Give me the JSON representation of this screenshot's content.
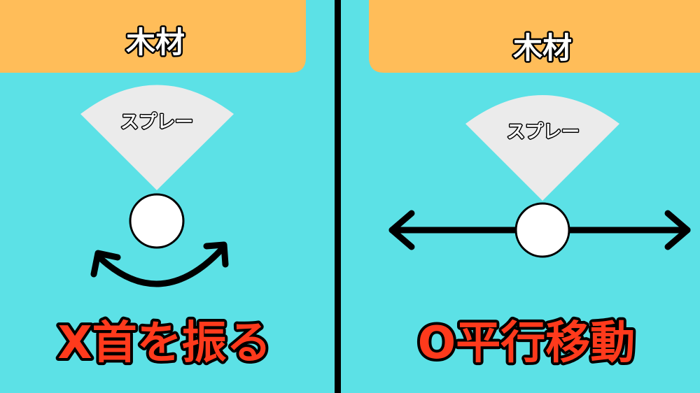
{
  "colors": {
    "background": "#5ce1e6",
    "header": "#ffbd59",
    "spray": "#ebebeb",
    "caption": "#ff3a1c",
    "divider": "#000000"
  },
  "left": {
    "header": "木材",
    "spray_label": "スプレー",
    "motion_icon": "curved-double-arrow-icon",
    "caption": "X首を振る"
  },
  "right": {
    "header": "木材",
    "spray_label": "スプレー",
    "motion_icon": "horizontal-double-arrow-icon",
    "caption": "O平行移動"
  }
}
